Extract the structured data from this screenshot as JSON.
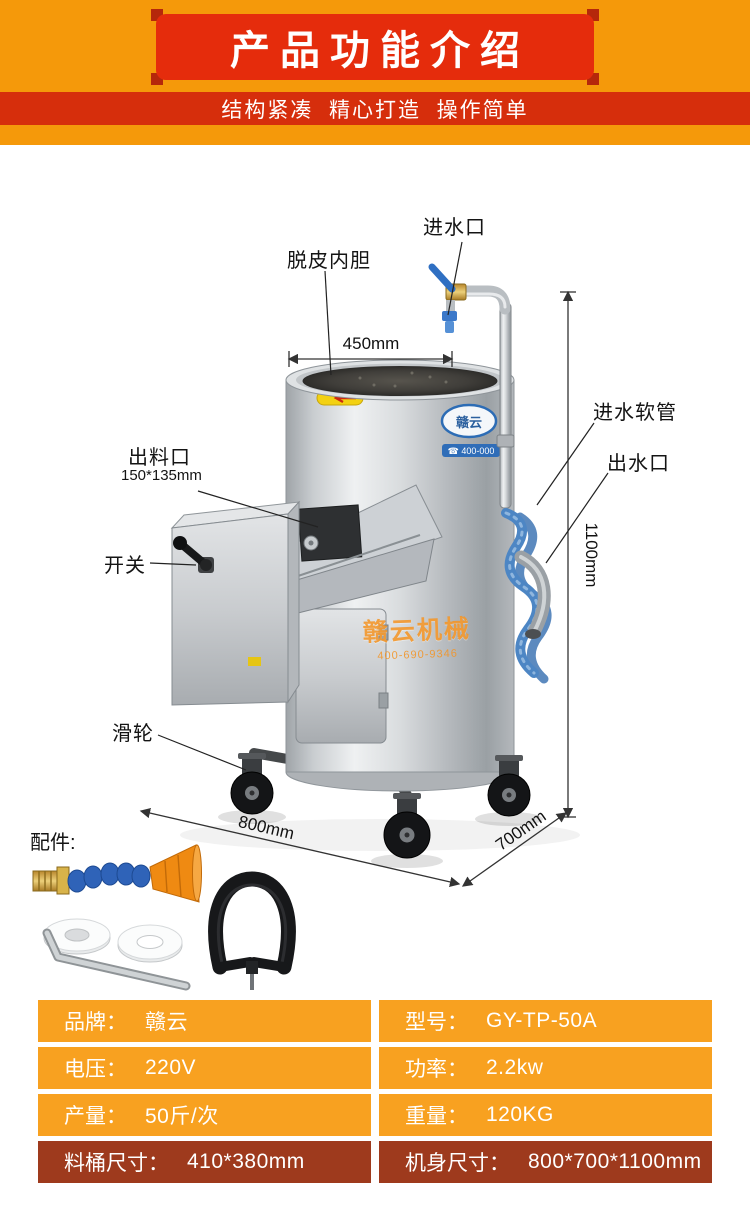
{
  "header": {
    "title": "产品功能介绍",
    "subtitle": "结构紧凑  精心打造  操作简单"
  },
  "diagram": {
    "labels": {
      "water_inlet": "进水口",
      "inner_liner": "脱皮内胆",
      "inlet_hose": "进水软管",
      "water_outlet": "出水口",
      "discharge_outlet": "出料口",
      "discharge_size": "150*135mm",
      "power_switch": "开关",
      "caster": "滑轮"
    },
    "dimensions": {
      "top_width": "450mm",
      "height": "1100mm",
      "width": "800mm",
      "depth": "700mm"
    },
    "machine": {
      "brand": "赣云",
      "hotline": "☎ 400-000",
      "watermark": "赣云机械",
      "watermark_sub": "400-690-9346"
    }
  },
  "accessories": {
    "label": "配件:"
  },
  "specs": {
    "rows": [
      {
        "cells": [
          {
            "label": "品牌：",
            "value": "赣云"
          },
          {
            "label": "型号：",
            "value": "GY-TP-50A"
          }
        ]
      },
      {
        "cells": [
          {
            "label": "电压：",
            "value": "220V"
          },
          {
            "label": "功率：",
            "value": "2.2kw"
          }
        ]
      },
      {
        "cells": [
          {
            "label": "产量：",
            "value": "50斤/次"
          },
          {
            "label": "重量：",
            "value": "120KG"
          }
        ]
      },
      {
        "cells": [
          {
            "label": "料桶尺寸：",
            "value": "410*380mm"
          },
          {
            "label": "机身尺寸：",
            "value": "800*700*1100mm"
          }
        ]
      }
    ]
  },
  "colors": {
    "header_orange": "#f5990a",
    "banner_red": "#e52c0c",
    "strip_red": "#d62e0c",
    "row_orange": "#f8a120",
    "row_dark": "#9e3a1d"
  }
}
